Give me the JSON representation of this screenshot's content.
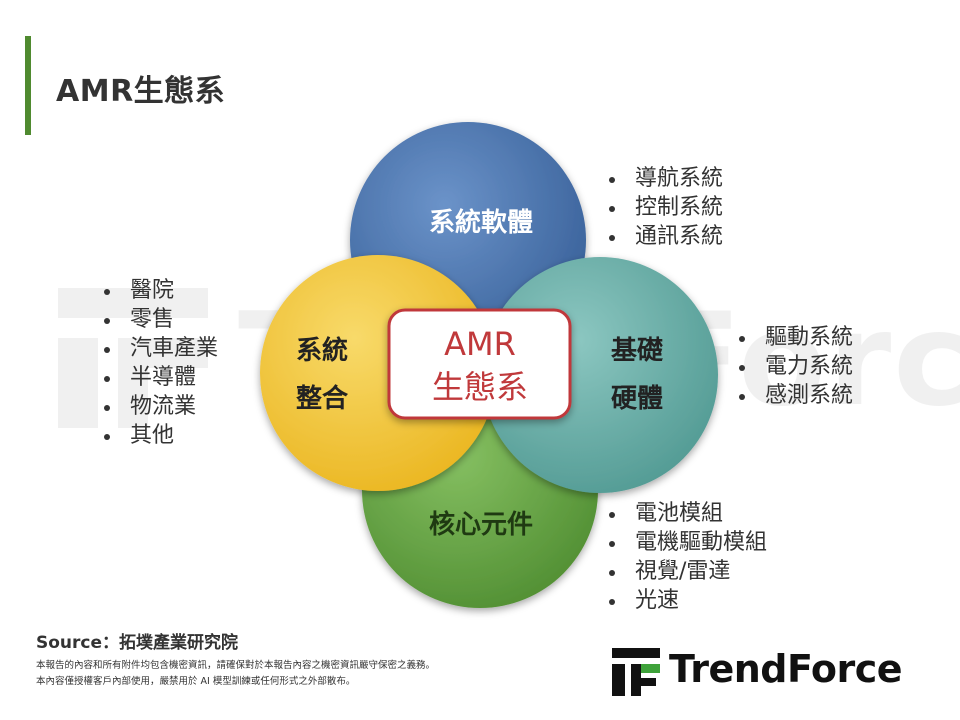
{
  "page": {
    "title": "AMR生態系",
    "source": "Source：拓墣產業研究院",
    "disclaimer_1": "本報告的內容和所有附件均包含機密資訊，請確保對於本報告內容之機密資訊嚴守保密之義務。",
    "disclaimer_2": "本內容僅授權客戶內部使用，嚴禁用於 AI 模型訓練或任何形式之外部散布。",
    "brand_name": "TrendForce",
    "watermark_text": "TrendForce"
  },
  "diagram": {
    "center": {
      "line1": "AMR",
      "line2": "生態系"
    },
    "circles": {
      "top": {
        "label": "系統軟體",
        "color": "#3f6aa5"
      },
      "left": {
        "line1": "系統",
        "line2": "整合",
        "color": "#f2c12e"
      },
      "right": {
        "line1": "基礎",
        "line2": "硬體",
        "color": "#5fa9a3"
      },
      "bottom": {
        "label": "核心元件",
        "color": "#5e9e3f"
      }
    },
    "center_color": "#c0393b",
    "lists": {
      "top": [
        "導航系統",
        "控制系統",
        "通訊系統"
      ],
      "left": [
        "醫院",
        "零售",
        "汽車產業",
        "半導體",
        "物流業",
        "其他"
      ],
      "right": [
        "驅動系統",
        "電力系統",
        "感測系統"
      ],
      "bottom": [
        "電池模組",
        "電機驅動模組",
        "視覺/雷達",
        "光速"
      ]
    }
  }
}
